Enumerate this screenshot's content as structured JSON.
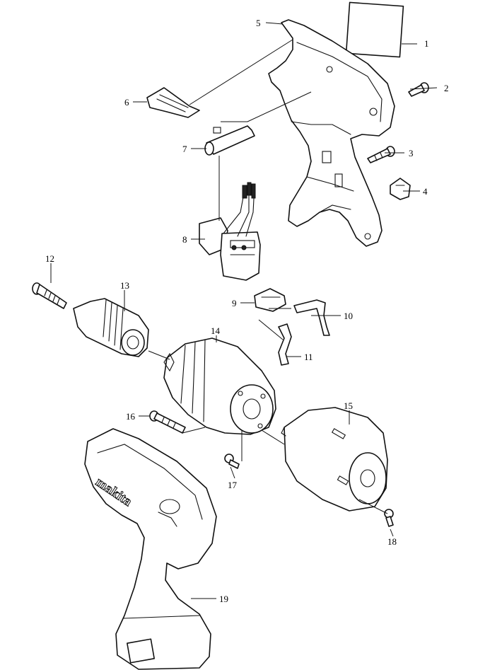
{
  "brand_logo_text": "makita",
  "callouts": {
    "c1": "1",
    "c2": "2",
    "c3": "3",
    "c4": "4",
    "c5": "5",
    "c6": "6",
    "c7": "7",
    "c8": "8",
    "c9": "9",
    "c10": "10",
    "c11": "11",
    "c12": "12",
    "c13": "13",
    "c14": "14",
    "c15": "15",
    "c16": "16",
    "c17": "17",
    "c18": "18",
    "c19": "19"
  }
}
